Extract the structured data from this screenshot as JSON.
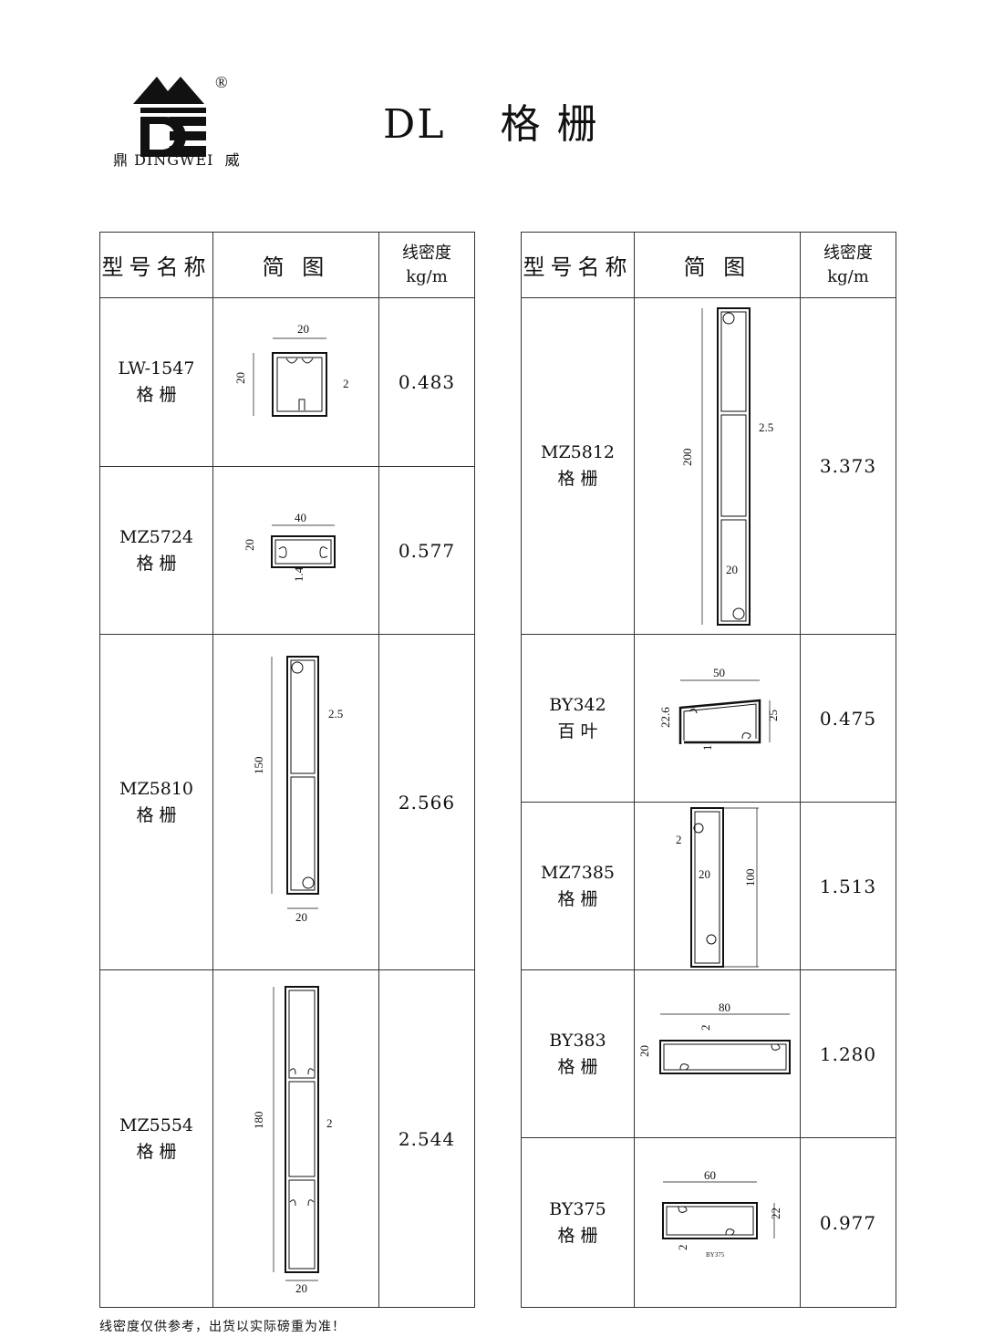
{
  "brand": {
    "registered": "®",
    "name": "鼎 DINGWEI  威",
    "logo_letters": "DE"
  },
  "title": {
    "code": "DL",
    "name": "格 栅"
  },
  "headers": {
    "model": "型号名称",
    "diagram": "简 图",
    "density": "线密度",
    "unit": "kg/m"
  },
  "left": [
    {
      "model": "LW-1547",
      "type": "格 栅",
      "density": "0.483",
      "dims": [
        "20",
        "20",
        "2"
      ]
    },
    {
      "model": "MZ5724",
      "type": "格 栅",
      "density": "0.577",
      "dims": [
        "40",
        "20",
        "1.4"
      ]
    },
    {
      "model": "MZ5810",
      "type": "格 栅",
      "density": "2.566",
      "dims": [
        "2.5",
        "150",
        "20"
      ]
    },
    {
      "model": "MZ5554",
      "type": "格 栅",
      "density": "2.544",
      "dims": [
        "180",
        "2",
        "20"
      ]
    }
  ],
  "right": [
    {
      "model": "MZ5812",
      "type": "格 栅",
      "density": "3.373",
      "dims": [
        "200",
        "2.5",
        "20"
      ]
    },
    {
      "model": "BY342",
      "type": "百  叶",
      "density": "0.475",
      "dims": [
        "50",
        "22.6",
        "25",
        "1"
      ]
    },
    {
      "model": "MZ7385",
      "type": "格 栅",
      "density": "1.513",
      "dims": [
        "2",
        "20",
        "100"
      ]
    },
    {
      "model": "BY383",
      "type": "格 栅",
      "density": "1.280",
      "dims": [
        "80",
        "2",
        "20"
      ]
    },
    {
      "model": "BY375",
      "type": "格 栅",
      "density": "0.977",
      "dims": [
        "60",
        "22",
        "2",
        "BY375"
      ]
    }
  ],
  "footer": "线密度仅供参考，出货以实际磅重为准！"
}
